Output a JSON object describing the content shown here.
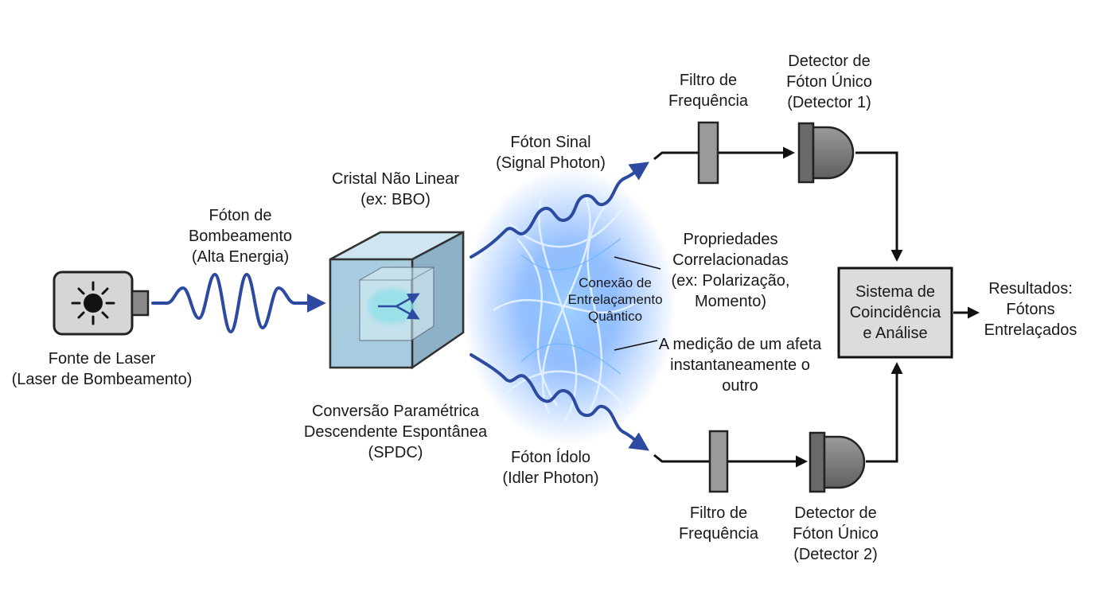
{
  "labels": {
    "pump_photon": [
      "Fóton de",
      "Bombeamento",
      "(Alta Energia)"
    ],
    "laser_source": [
      "Fonte de Laser",
      "(Laser de Bombeamento)"
    ],
    "crystal": [
      "Cristal Não Linear",
      "(ex: BBO)"
    ],
    "spdc": [
      "Conversão Paramétrica",
      "Descendente Espontânea",
      "(SPDC)"
    ],
    "signal_photon": [
      "Fóton Sinal",
      "(Signal Photon)"
    ],
    "idler_photon": [
      "Fóton Ídolo",
      "(Idler Photon)"
    ],
    "entanglement": [
      "Conexão de",
      "Entrelaçamento",
      "Quântico"
    ],
    "correlated": [
      "Propriedades",
      "Correlacionadas",
      "(ex: Polarização,",
      "Momento)"
    ],
    "measurement": [
      "A medição de um afeta",
      "instantaneamente o",
      "outro"
    ],
    "filter_top": [
      "Filtro de",
      "Frequência"
    ],
    "filter_bottom": [
      "Filtro de",
      "Frequência"
    ],
    "detector_top": [
      "Detector de",
      "Fóton Único",
      "(Detector 1)"
    ],
    "detector_bottom": [
      "Detector de",
      "Fóton Único",
      "(Detector 2)"
    ],
    "coincidence": [
      "Sistema de",
      "Coincidência",
      "e Análise"
    ],
    "results": [
      "Resultados:",
      "Fótons",
      "Entrelaçados"
    ]
  },
  "colors": {
    "photon_wave": "#2b4aa0",
    "line": "#111111",
    "component_gray": "#8c8c8c",
    "box_fill": "#dcdcdc",
    "crystal": "#8fb8cf",
    "glow": "#3f8cff"
  },
  "icons": {
    "laser": "sun-icon",
    "detector": "detector-icon"
  }
}
